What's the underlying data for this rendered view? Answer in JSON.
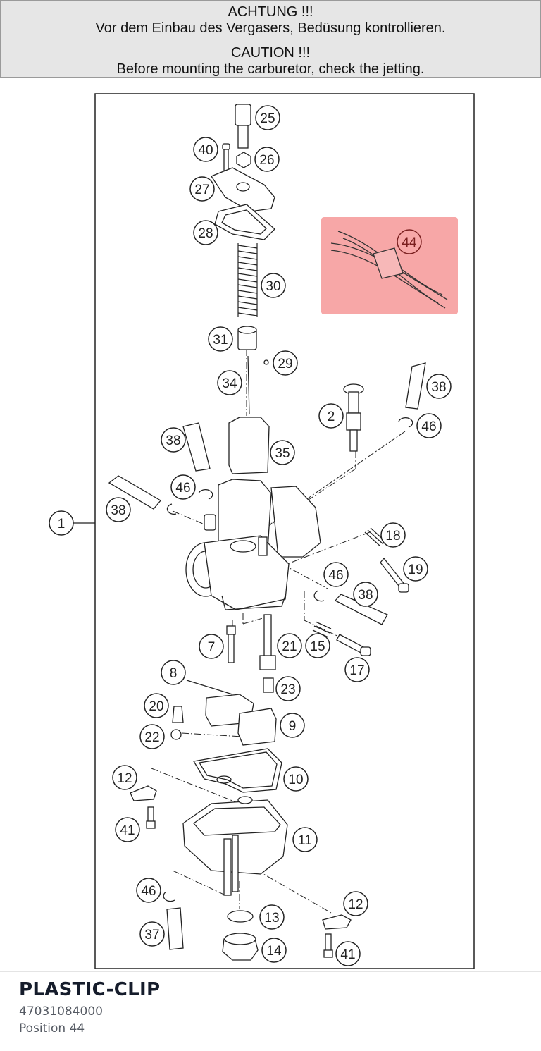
{
  "warning": {
    "de_title": "ACHTUNG !!!",
    "de_text": "Vor dem Einbau des Vergasers, Bedüsung kontrollieren.",
    "en_title": "CAUTION !!!",
    "en_text": "Before mounting the carburetor, check the jetting."
  },
  "diagram": {
    "highlight_color": "#f48a8a",
    "callouts": [
      "1",
      "2",
      "7",
      "8",
      "9",
      "10",
      "11",
      "12",
      "12",
      "13",
      "14",
      "15",
      "17",
      "18",
      "19",
      "20",
      "21",
      "22",
      "23",
      "25",
      "26",
      "27",
      "28",
      "29",
      "30",
      "31",
      "34",
      "35",
      "37",
      "38",
      "38",
      "38",
      "38",
      "40",
      "41",
      "41",
      "44",
      "46",
      "46",
      "46",
      "46"
    ],
    "selected": "44"
  },
  "part": {
    "name": "PLASTIC-CLIP",
    "number": "47031084000",
    "position": "Position 44"
  }
}
